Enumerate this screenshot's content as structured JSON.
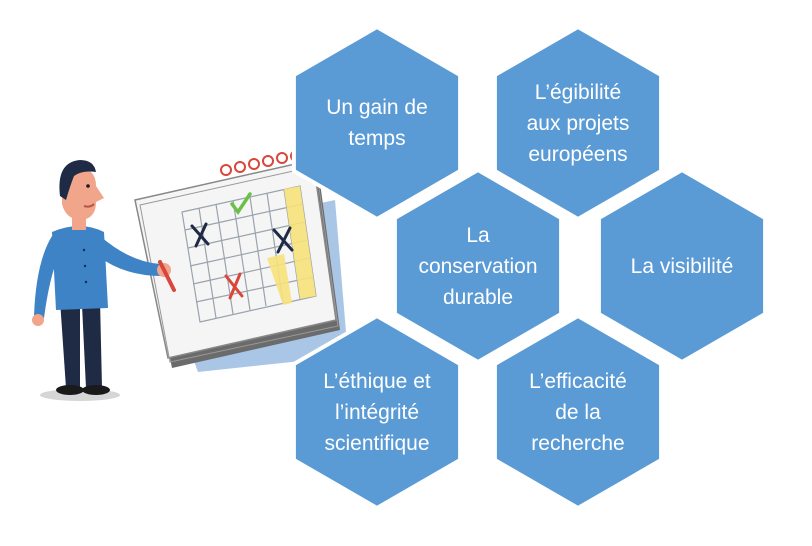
{
  "colors": {
    "hex_fill": "#5b9bd5",
    "hex_stroke": "#ffffff",
    "text": "#ffffff",
    "calendar_highlight": "#f7e27a",
    "check_mark": "#6cc04a",
    "x_mark_dark": "#1f2a44",
    "x_mark_red": "#d9463b"
  },
  "illustration": {
    "icons": [
      "man-figure",
      "calendar-icon",
      "pen-icon",
      "check-mark-icon",
      "x-mark-icon"
    ]
  },
  "hexagons": [
    {
      "id": "gain-de-temps",
      "lines": [
        "Un gain de",
        "temps"
      ]
    },
    {
      "id": "egibilite",
      "lines": [
        "L’égibilité",
        "aux projets",
        "européens"
      ]
    },
    {
      "id": "conservation",
      "lines": [
        "La",
        "conservation",
        "durable"
      ]
    },
    {
      "id": "visibilite",
      "lines": [
        "La visibilité"
      ]
    },
    {
      "id": "ethique",
      "lines": [
        "L’éthique et",
        "l’intégrité",
        "scientifique"
      ]
    },
    {
      "id": "efficacite",
      "lines": [
        "L’efficacité",
        "de la",
        "recherche"
      ]
    }
  ]
}
